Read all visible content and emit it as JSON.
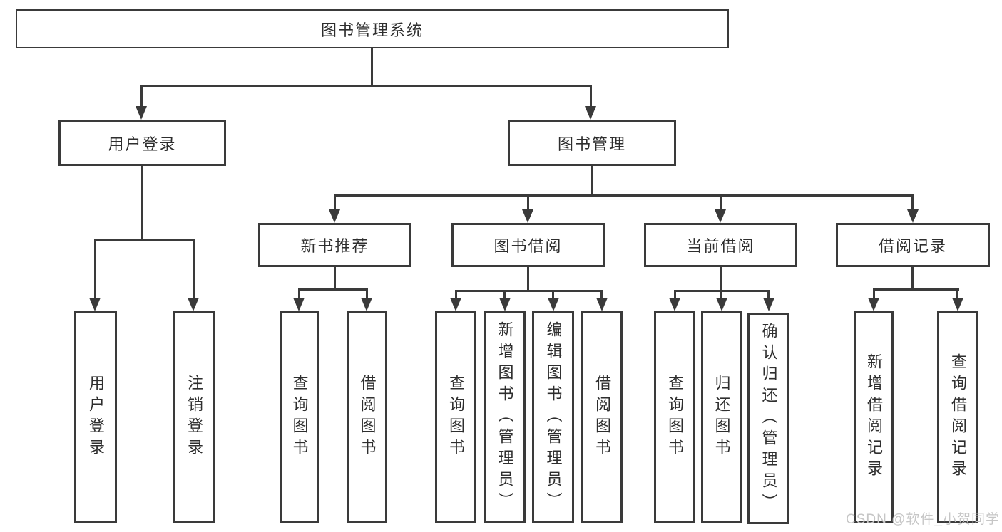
{
  "diagram": {
    "root_label": "图书管理系统",
    "login_branch": {
      "label": "用户登录",
      "children": [
        {
          "label": "用户登录"
        },
        {
          "label": "注销登录"
        }
      ]
    },
    "management_branch": {
      "label": "图书管理",
      "children": [
        {
          "label": "新书推荐",
          "children": [
            "查询图书",
            "借阅图书"
          ]
        },
        {
          "label": "图书借阅",
          "children": [
            "查询图书",
            "新增图书（管理员）",
            "编辑图书（管理员）",
            "借阅图书"
          ]
        },
        {
          "label": "当前借阅",
          "children": [
            "查询图书",
            "归还图书",
            "确认归还（管理员）"
          ]
        },
        {
          "label": "借阅记录",
          "children": [
            "新增借阅记录",
            "查询借阅记录"
          ]
        }
      ]
    }
  },
  "watermark": {
    "text": "CSDN @软件_小贺同学"
  },
  "colors": {
    "line": "#3a3a3a",
    "text": "#2e2e2e",
    "watermark": "#c6c6c6",
    "background": "#ffffff"
  }
}
